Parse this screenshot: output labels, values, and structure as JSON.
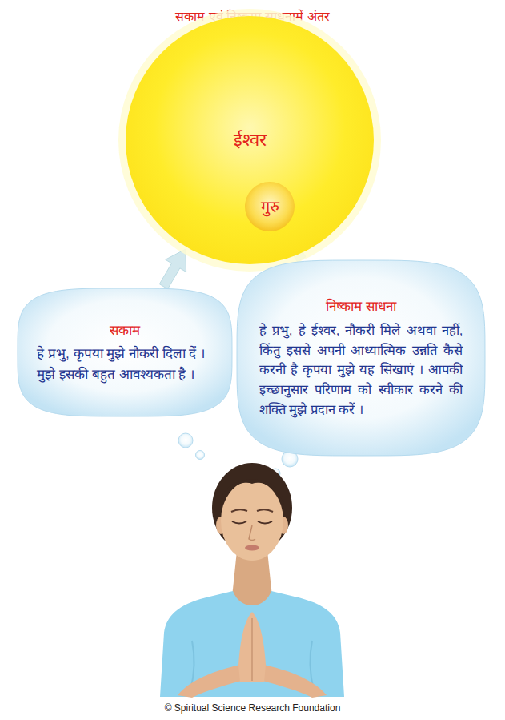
{
  "diagram": {
    "title": "सकाम एवं निष्काम साधनामें अंतर",
    "caption": "© Spiritual Science Research Foundation",
    "nodes": [
      {
        "text": [
          "ईश्वर"
        ]
      },
      {
        "text": [
          "गुरु"
        ],
        "in": 0
      },
      {
        "text": [
          "सकाम",
          "हे प्रभु, कृपया मुझे नौकरी दिला दें । मुझे इसकी बहुत आवश्यकता है ।"
        ]
      },
      {
        "text": [
          "निष्काम साधना",
          "हे प्रभु, हे ईश्वर, नौकरी मिले अथवा नहीं, किंतु इससे अपनी आध्यात्मिक उन्नति कैसे करनी है कृपया मुझे यह सिखाएं । आपकी इच्छानुसार परिणाम को स्वीकार करने की शक्ति मुझे प्रदान करें ।"
        ]
      }
    ],
    "edges": [
      {
        "from": 2,
        "to": 0,
        "arrow": "to"
      },
      {
        "from": 3,
        "to": 1,
        "arrow": "to"
      }
    ]
  }
}
